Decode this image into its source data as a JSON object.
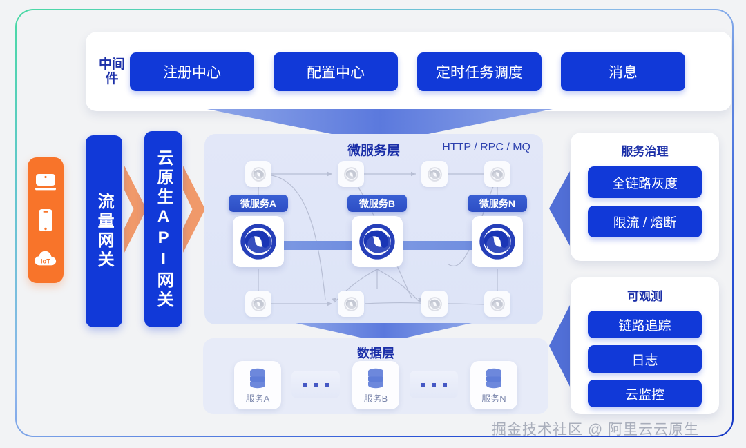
{
  "diagram": {
    "middleware": {
      "label": "中间件",
      "items": [
        {
          "label": "注册中心"
        },
        {
          "label": "配置中心"
        },
        {
          "label": "定时任务调度"
        },
        {
          "label": "消息"
        }
      ]
    },
    "clients": {
      "icons": [
        "monitor-icon",
        "smartphone-icon",
        "iot-cloud-icon"
      ],
      "iot_label": "IoT"
    },
    "gateways": [
      {
        "label": "流量网关"
      },
      {
        "label": "云原生API网关"
      }
    ],
    "microservice_layer": {
      "title": "微服务层",
      "protocols": "HTTP / RPC / MQ",
      "services": [
        {
          "tag": "微服务A"
        },
        {
          "tag": "微服务B"
        },
        {
          "tag": "微服务N"
        }
      ],
      "node_icon": "dubbo-spiral-icon"
    },
    "data_layer": {
      "title": "数据层",
      "nodes": [
        {
          "label": "服务A",
          "icon": "database-icon"
        },
        {
          "label": "服务B",
          "icon": "database-icon"
        },
        {
          "label": "服务N",
          "icon": "database-icon"
        }
      ],
      "separator": "ellipsis-dots"
    },
    "right_panels": [
      {
        "title": "服务治理",
        "items": [
          {
            "label": "全链路灰度"
          },
          {
            "label": "限流 / 熔断"
          }
        ]
      },
      {
        "title": "可观测",
        "items": [
          {
            "label": "链路追踪"
          },
          {
            "label": "日志"
          },
          {
            "label": "云监控"
          }
        ]
      }
    ],
    "watermark": "掘金技术社区 @ 阿里云云原生",
    "colors": {
      "primary_blue": "#1139d8",
      "accent_orange": "#f8742a",
      "layer_bg": "#e2e7f8",
      "title_blue": "#1b2fa8",
      "frame_gradient_start": "#4ad9a4",
      "frame_gradient_end": "#1436c4"
    }
  }
}
